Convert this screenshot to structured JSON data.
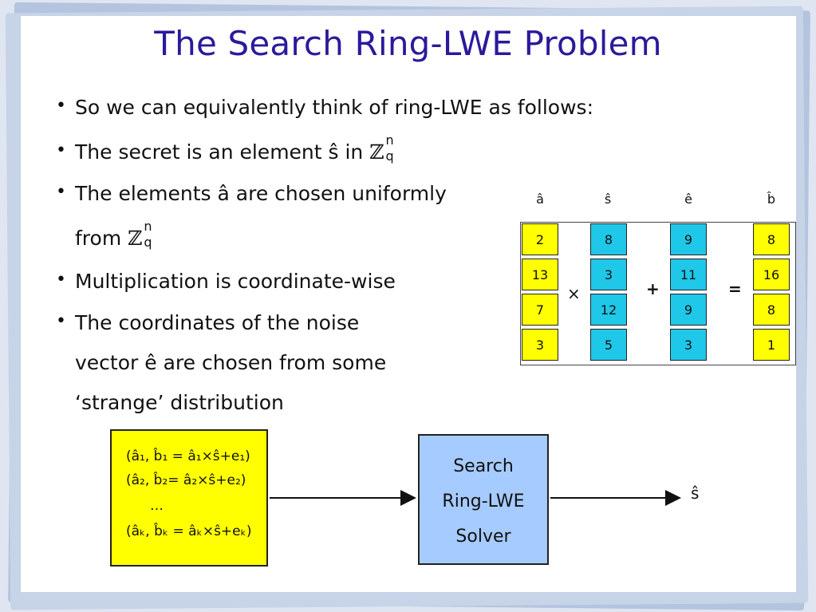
{
  "title": "The Search Ring-LWE Problem",
  "bullets": {
    "b1": "So we can equivalently think of ring-LWE as follows:",
    "b2_pre": "The secret is an element ŝ in ",
    "b3_line1": "The elements â are chosen uniformly",
    "b3_line2_pre": "from ",
    "b4": "Multiplication is coordinate-wise",
    "b5_line1": "The coordinates of the noise",
    "b5_line2": "vector ê are chosen from some",
    "b5_line3": "‘strange’ distribution"
  },
  "math": {
    "ring_symbol": "ℤ",
    "sup": "n",
    "sub": "q"
  },
  "vectors": {
    "a_label": "â",
    "s_label": "ŝ",
    "e_label": "ê",
    "b_label": "b̂",
    "a": [
      "2",
      "13",
      "7",
      "3"
    ],
    "s": [
      "8",
      "3",
      "12",
      "5"
    ],
    "e": [
      "9",
      "11",
      "9",
      "3"
    ],
    "b": [
      "8",
      "16",
      "8",
      "1"
    ],
    "op_times": "×",
    "op_plus": "+",
    "op_equals": "="
  },
  "input_box": {
    "line1": "(â₁, b̂₁ = â₁×ŝ+e₁)",
    "line2": "(â₂, b̂₂= â₂×ŝ+e₂)",
    "line3": "…",
    "line4": "(âₖ, b̂ₖ = âₖ×ŝ+eₖ)"
  },
  "solver": {
    "line1": "Search",
    "line2": "Ring-LWE",
    "line3": "Solver"
  },
  "output_label": "ŝ",
  "colors": {
    "title": "#2a1a9c",
    "yellow": "#ffff00",
    "cyan": "#1fc7e8",
    "solver": "#a6cbff"
  }
}
